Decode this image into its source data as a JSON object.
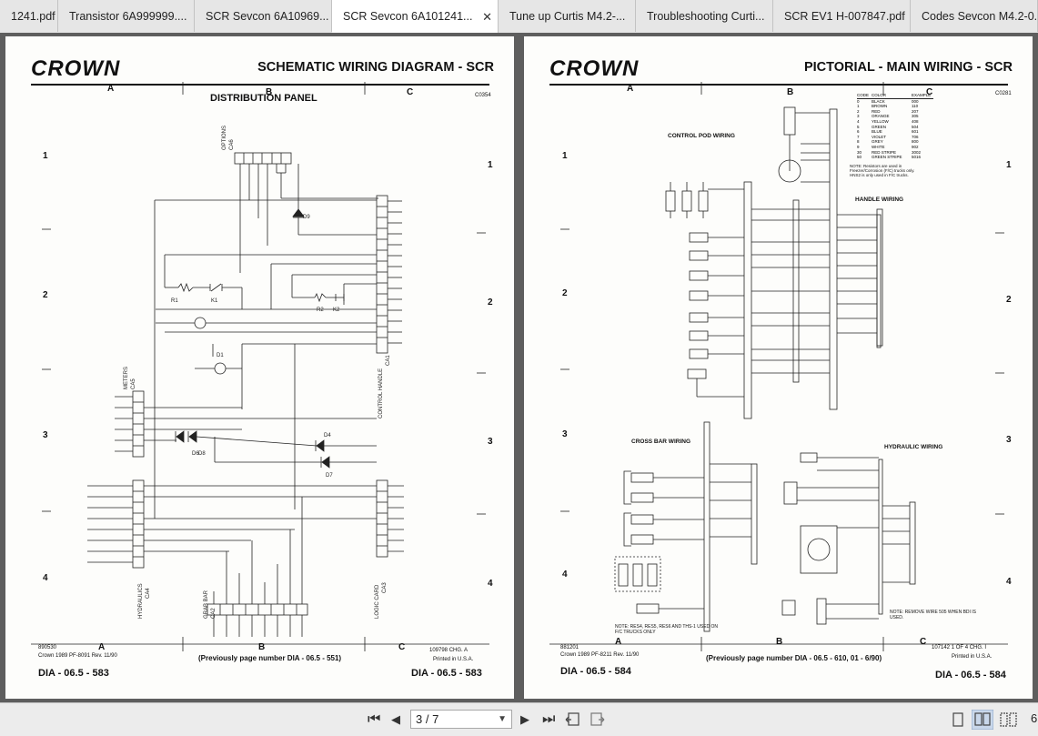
{
  "tabs": [
    {
      "label": "1241.pdf",
      "active": false
    },
    {
      "label": "Transistor 6A999999....",
      "active": false
    },
    {
      "label": "SCR Sevcon 6A10969...",
      "active": false
    },
    {
      "label": "SCR Sevcon 6A101241...",
      "active": true
    },
    {
      "label": "Tune up Curtis M4.2-...",
      "active": false
    },
    {
      "label": "Troubleshooting Curti...",
      "active": false
    },
    {
      "label": "SCR EV1 H-007847.pdf",
      "active": false
    },
    {
      "label": "Codes Sevcon M4.2-0...",
      "active": false
    }
  ],
  "close_glyph": "✕",
  "left_page": {
    "logo": "CROWN",
    "title": "SCHEMATIC WIRING DIAGRAM - SCR",
    "subtitle": "DISTRIBUTION PANEL",
    "code": "C0354",
    "cols": [
      "A",
      "B",
      "C"
    ],
    "rows": [
      "1",
      "2",
      "3",
      "4"
    ],
    "labels": {
      "options": "OPTIONS",
      "ca6": "CA6",
      "meters": "METERS",
      "ca5": "CA5",
      "hydraulics": "HYDRAULICS",
      "ca4": "CA4",
      "grab_bar": "GRAB BAR",
      "ca2": "CA2",
      "control_handle": "CONTROL HANDLE",
      "ca1": "CA1",
      "logic_card": "LOGIC CARD",
      "ca3": "CA3",
      "k1": "K1",
      "k2": "K2",
      "r1": "R1",
      "r2": "R2",
      "d1": "D1",
      "d4": "D4",
      "d6": "D6",
      "d7": "D7",
      "d8": "D8",
      "d9": "D9"
    },
    "footer_left_code": "890530",
    "footer_left_rev": "Crown 1989 PF-8091 Rev. 11/90",
    "footer_center": "(Previously page number DIA - 06.5 - 551)",
    "footer_right_code": "109798 CHG. A",
    "footer_printed": "Printed in U.S.A.",
    "dia_left": "DIA - 06.5 - 583",
    "dia_right": "DIA - 06.5 - 583"
  },
  "right_page": {
    "logo": "CROWN",
    "title": "PICTORIAL - MAIN WIRING - SCR",
    "code": "C0281",
    "cols": [
      "A",
      "B",
      "C"
    ],
    "rows": [
      "1",
      "2",
      "3",
      "4"
    ],
    "sections": {
      "control_pod": "CONTROL POD WIRING",
      "handle": "HANDLE WIRING",
      "cross_bar": "CROSS BAR WIRING",
      "hydraulic": "HYDRAULIC WIRING"
    },
    "color_table": {
      "headers": [
        "CODE",
        "COLOR",
        "EXAMPLE"
      ],
      "rows": [
        [
          "0",
          "BLACK",
          "000"
        ],
        [
          "1",
          "BROWN",
          "110"
        ],
        [
          "2",
          "RED",
          "207"
        ],
        [
          "3",
          "ORANGE",
          "305"
        ],
        [
          "4",
          "YELLOW",
          "408"
        ],
        [
          "5",
          "GREEN",
          "504"
        ],
        [
          "6",
          "BLUE",
          "601"
        ],
        [
          "7",
          "VIOLET",
          "706"
        ],
        [
          "8",
          "GREY",
          "800"
        ],
        [
          "9",
          "WHITE",
          "902"
        ],
        [
          "30",
          "RED STRIPE",
          "3002"
        ],
        [
          "50",
          "GREEN STRIPE",
          "5016"
        ]
      ]
    },
    "note_top": "NOTE: Resistors are used in Freezer/Corrosion (F/C) trucks only. HNS2 is only used in F/C trucks.",
    "note_bottom_left": "NOTE: RES4, RES5, RES6 AND THS-1 USED ON F/C TRUCKS ONLY",
    "note_bottom_right": "NOTE: REMOVE WIRE 505 WHEN BDI IS USED.",
    "footer_left_code": "881201",
    "footer_left_rev": "Crown 1989 PF-8211 Rev. 11/90",
    "footer_center": "(Previously page number DIA - 06.5 - 610, 01 - 6/90)",
    "footer_right_code": "107142 1 OF 4 CHG. I",
    "footer_printed": "Printed in U.S.A.",
    "dia_left": "DIA - 06.5 - 584",
    "dia_right": "DIA - 06.5 - 584"
  },
  "toolbar": {
    "first_icon": "⏮",
    "prev_icon": "◀",
    "page_value": "3 / 7",
    "next_icon": "▶",
    "last_icon": "⏭",
    "zoom_partial": "6"
  }
}
